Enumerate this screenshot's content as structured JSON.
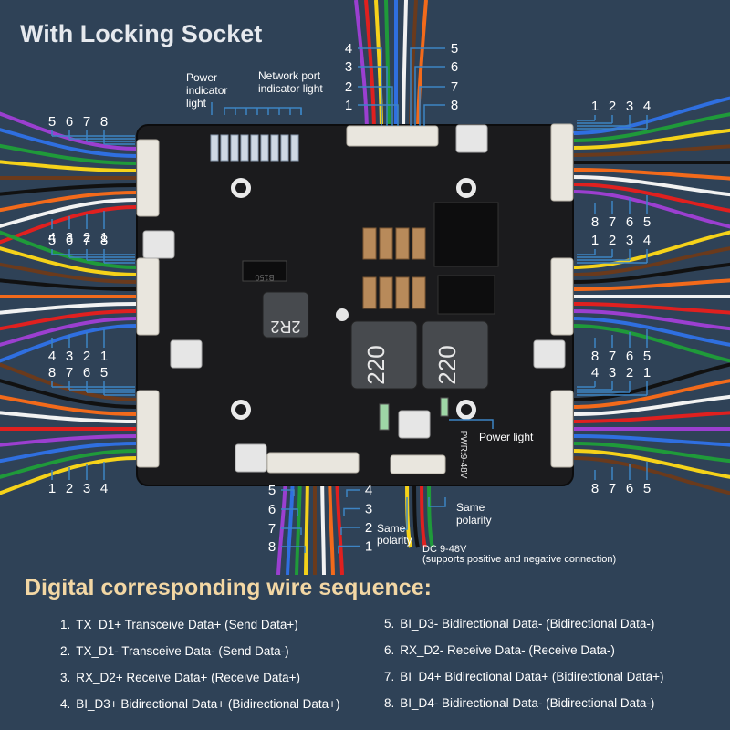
{
  "title": "With Locking Socket",
  "subtitle": "Digital corresponding wire sequence:",
  "labels": {
    "power_indicator": [
      "Power",
      "indicator",
      "light"
    ],
    "network_indicator": [
      "Network port",
      "indicator light"
    ],
    "power_light": "Power light",
    "pwr_silk": "PWR:9-48V",
    "same_polarity_a": [
      "Same",
      "polarity"
    ],
    "same_polarity_b": [
      "Same",
      "polarity"
    ],
    "dc_label": [
      "DC 9-48V",
      "(supports positive and negative connection)"
    ],
    "inductor_a": "220",
    "inductor_b": "220",
    "inductor_small": "2R2",
    "chip_mark": "B150"
  },
  "wire_colors": {
    "orange": "#f26a1b",
    "white": "#f2f2f2",
    "green": "#1f9a3a",
    "blue": "#2f6fe0",
    "brown": "#6a3a1c",
    "purple": "#9b3fd0",
    "red": "#e0201f",
    "yellow": "#f5d21a",
    "black": "#111111"
  },
  "ports": {
    "top_center": [
      "4",
      "3",
      "2",
      "1",
      "5",
      "6",
      "7",
      "8"
    ],
    "left_top": [
      "5",
      "6",
      "7",
      "8",
      "4",
      "3",
      "2",
      "1"
    ],
    "left_mid": [
      "5",
      "6",
      "7",
      "8",
      "4",
      "3",
      "2",
      "1"
    ],
    "left_bottom": [
      "8",
      "7",
      "6",
      "5",
      "1",
      "2",
      "3",
      "4"
    ],
    "right_top": [
      "1",
      "2",
      "3",
      "4",
      "8",
      "7",
      "6",
      "5"
    ],
    "right_mid": [
      "1",
      "2",
      "3",
      "4",
      "8",
      "7",
      "6",
      "5"
    ],
    "right_bottom": [
      "4",
      "3",
      "2",
      "1",
      "8",
      "7",
      "6",
      "5"
    ],
    "bottom_center": [
      "5",
      "6",
      "7",
      "8",
      "4",
      "3",
      "2",
      "1"
    ]
  },
  "wire_sequence": [
    {
      "num": "1.",
      "text": "TX_D1+ Transceive Data+ (Send Data+)"
    },
    {
      "num": "2.",
      "text": "TX_D1- Transceive Data- (Send Data-)"
    },
    {
      "num": "3.",
      "text": "RX_D2+ Receive Data+ (Receive Data+)"
    },
    {
      "num": "4.",
      "text": "BI_D3+ Bidirectional Data+ (Bidirectional Data+)"
    },
    {
      "num": "5.",
      "text": "BI_D3- Bidirectional Data- (Bidirectional Data-)"
    },
    {
      "num": "6.",
      "text": "RX_D2- Receive Data- (Receive Data-)"
    },
    {
      "num": "7.",
      "text": "BI_D4+ Bidirectional Data+ (Bidirectional Data+)"
    },
    {
      "num": "8.",
      "text": "BI_D4- Bidirectional Data- (Bidirectional Data-)"
    }
  ]
}
